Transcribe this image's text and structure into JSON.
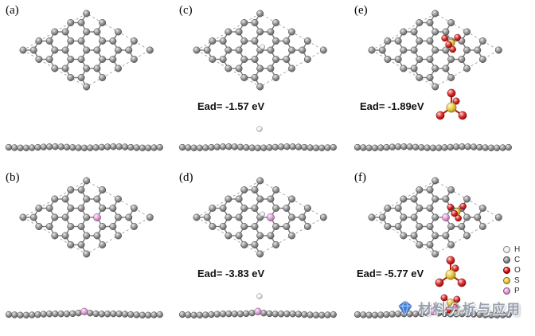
{
  "figure": {
    "background": "#ffffff",
    "bond_color": "#7a7a7a",
    "panels": [
      {
        "label": "(a)",
        "ead": "",
        "dopant": false,
        "h_adatom": false,
        "sulfate_top": false,
        "sulfate_side": false,
        "sulfate_molecule": false
      },
      {
        "label": "(b)",
        "ead": "",
        "dopant": true,
        "h_adatom": false,
        "sulfate_top": false,
        "sulfate_side": false,
        "sulfate_molecule": false
      },
      {
        "label": "(c)",
        "ead": "Ead= -1.57 eV",
        "dopant": false,
        "h_adatom": true,
        "sulfate_top": false,
        "sulfate_side": false,
        "sulfate_molecule": false
      },
      {
        "label": "(d)",
        "ead": "Ead= -3.83 eV",
        "dopant": true,
        "h_adatom": true,
        "sulfate_top": false,
        "sulfate_side": false,
        "sulfate_molecule": false
      },
      {
        "label": "(e)",
        "ead": "Ead= -1.89eV",
        "dopant": false,
        "h_adatom": false,
        "sulfate_top": true,
        "sulfate_side": false,
        "sulfate_molecule": true
      },
      {
        "label": "(f)",
        "ead": "Ead= -5.77 eV",
        "dopant": true,
        "h_adatom": false,
        "sulfate_top": true,
        "sulfate_side": true,
        "sulfate_molecule": true
      }
    ],
    "legend": {
      "items": [
        {
          "label": "H",
          "color": "#f0f0f0"
        },
        {
          "label": "C",
          "color": "#808080"
        },
        {
          "label": "O",
          "color": "#d40000"
        },
        {
          "label": "S",
          "color": "#e8c11c"
        },
        {
          "label": "P",
          "color": "#dd8fd6"
        }
      ]
    },
    "watermark": {
      "text": "材料分析与应用",
      "icon_color": "#3f7fd6"
    }
  }
}
